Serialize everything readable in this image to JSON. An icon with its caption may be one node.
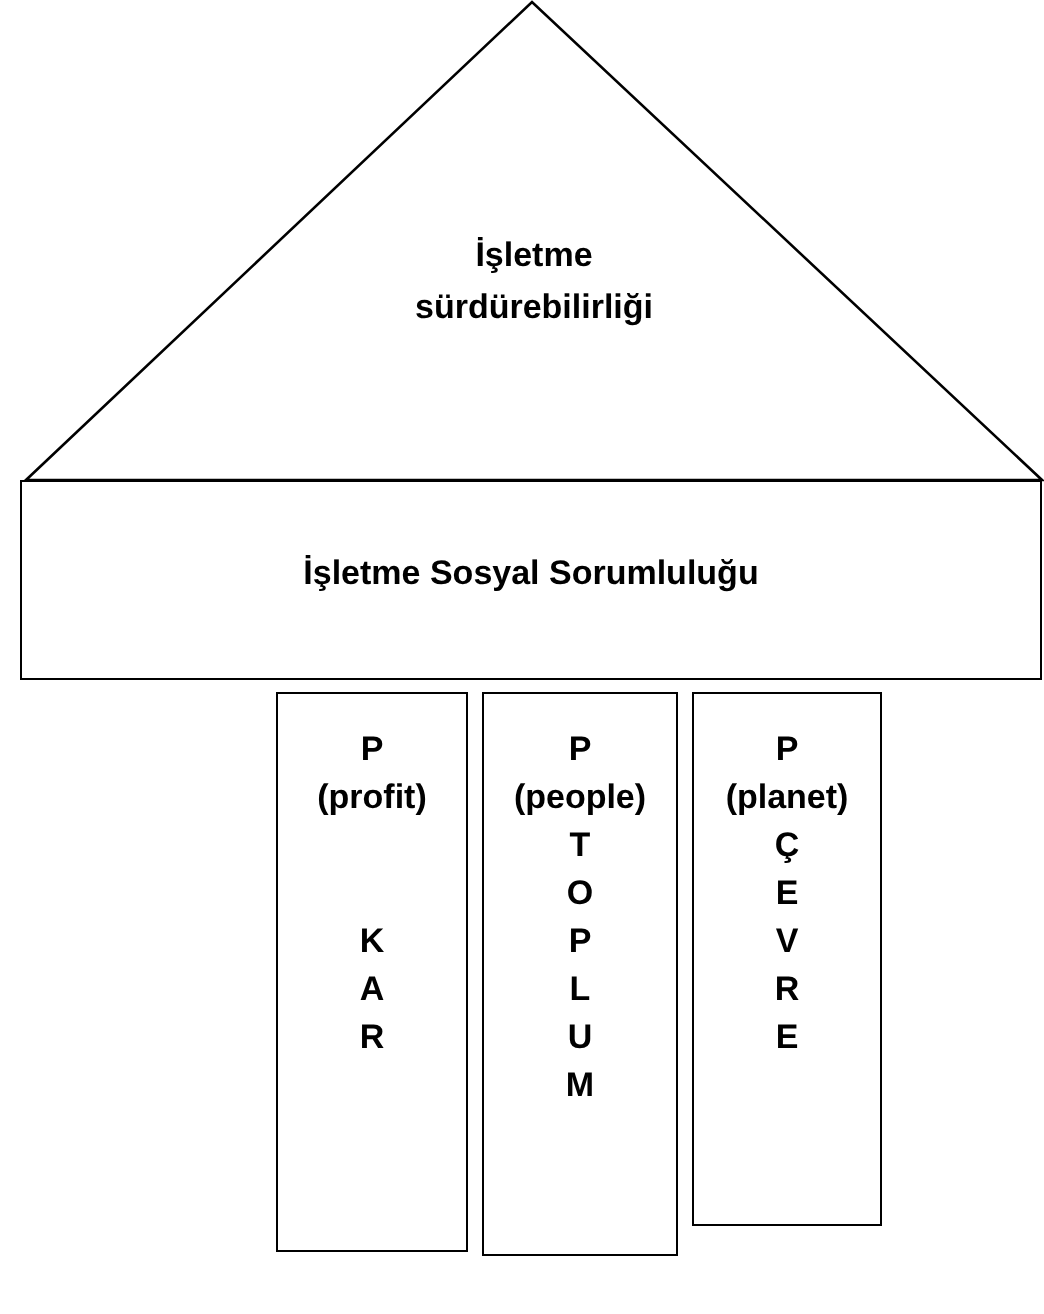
{
  "diagram": {
    "nodes": [
      {
        "text": [
          "İşletme sürdürebilirliği"
        ]
      },
      {
        "text": [
          "İşletme Sosyal Sorumluluğu"
        ]
      },
      {
        "text": [
          "P (profit)",
          "K A R"
        ]
      },
      {
        "text": [
          "P (people)",
          "T O P L U M"
        ]
      },
      {
        "text": [
          "P (planet)",
          "Ç E V R E"
        ]
      }
    ]
  }
}
